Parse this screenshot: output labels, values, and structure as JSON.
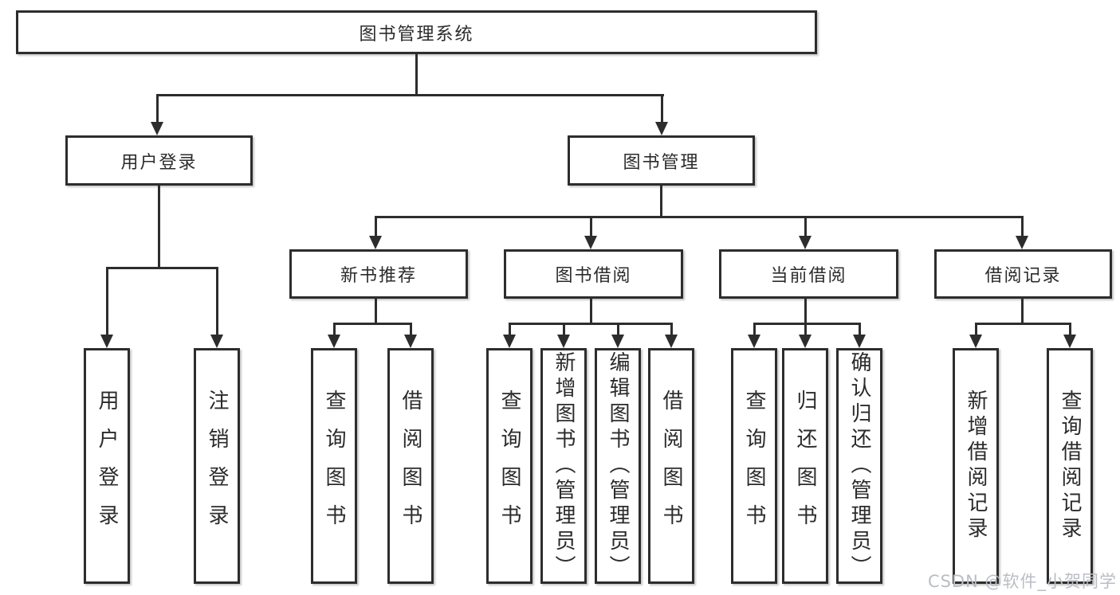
{
  "diagram": {
    "title": "图书管理系统",
    "level2": [
      {
        "label": "用户登录"
      },
      {
        "label": "图书管理"
      }
    ],
    "level3": [
      {
        "label": "新书推荐",
        "parent": "图书管理"
      },
      {
        "label": "图书借阅",
        "parent": "图书管理"
      },
      {
        "label": "当前借阅",
        "parent": "图书管理"
      },
      {
        "label": "借阅记录",
        "parent": "图书管理"
      }
    ],
    "leaves": [
      {
        "label": "用户登录",
        "parent": "用户登录"
      },
      {
        "label": "注销登录",
        "parent": "用户登录"
      },
      {
        "label": "查询图书",
        "parent": "新书推荐"
      },
      {
        "label": "借阅图书",
        "parent": "新书推荐"
      },
      {
        "label": "查询图书",
        "parent": "图书借阅"
      },
      {
        "label": "新增图书（管理员）",
        "parent": "图书借阅"
      },
      {
        "label": "编辑图书（管理员）",
        "parent": "图书借阅"
      },
      {
        "label": "借阅图书",
        "parent": "图书借阅"
      },
      {
        "label": "查询图书",
        "parent": "当前借阅"
      },
      {
        "label": "归还图书",
        "parent": "当前借阅"
      },
      {
        "label": "确认归还（管理员）",
        "parent": "当前借阅"
      },
      {
        "label": "新增借阅记录",
        "parent": "借阅记录"
      },
      {
        "label": "查询借阅记录",
        "parent": "借阅记录"
      }
    ]
  },
  "watermark": {
    "text": "CSDN @软件_小贺同学"
  },
  "colors": {
    "line": "#2d2d2d",
    "text": "#2b2b2b",
    "watermark": "#b9bec4",
    "background": "#ffffff"
  }
}
